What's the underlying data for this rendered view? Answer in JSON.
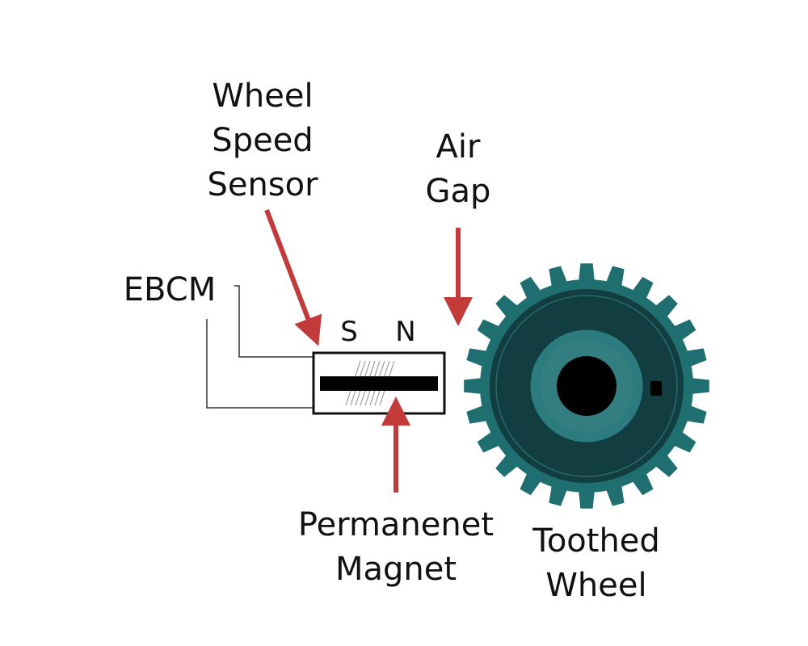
{
  "labels": {
    "wheel_speed_sensor": [
      "Wheel",
      "Speed",
      "Sensor"
    ],
    "air_gap": [
      "Air",
      "Gap"
    ],
    "ebcm": "EBCM",
    "pole_s": "S",
    "pole_n": "N",
    "permanent_magnet": [
      "Permanenet",
      "Magnet"
    ],
    "toothed_wheel": [
      "Toothed",
      "Wheel"
    ]
  },
  "colors": {
    "arrow": "#c33a3a",
    "wheel_teeth": "#1f6e70",
    "wheel_face_dark": "#123e42",
    "wheel_ring": "#2c7c7f",
    "wheel_hub": "#337e80",
    "wheel_hole": "#000000",
    "outline": "#111111",
    "coil": "#9a9a9a"
  },
  "wheel": {
    "tooth_count": 24
  }
}
